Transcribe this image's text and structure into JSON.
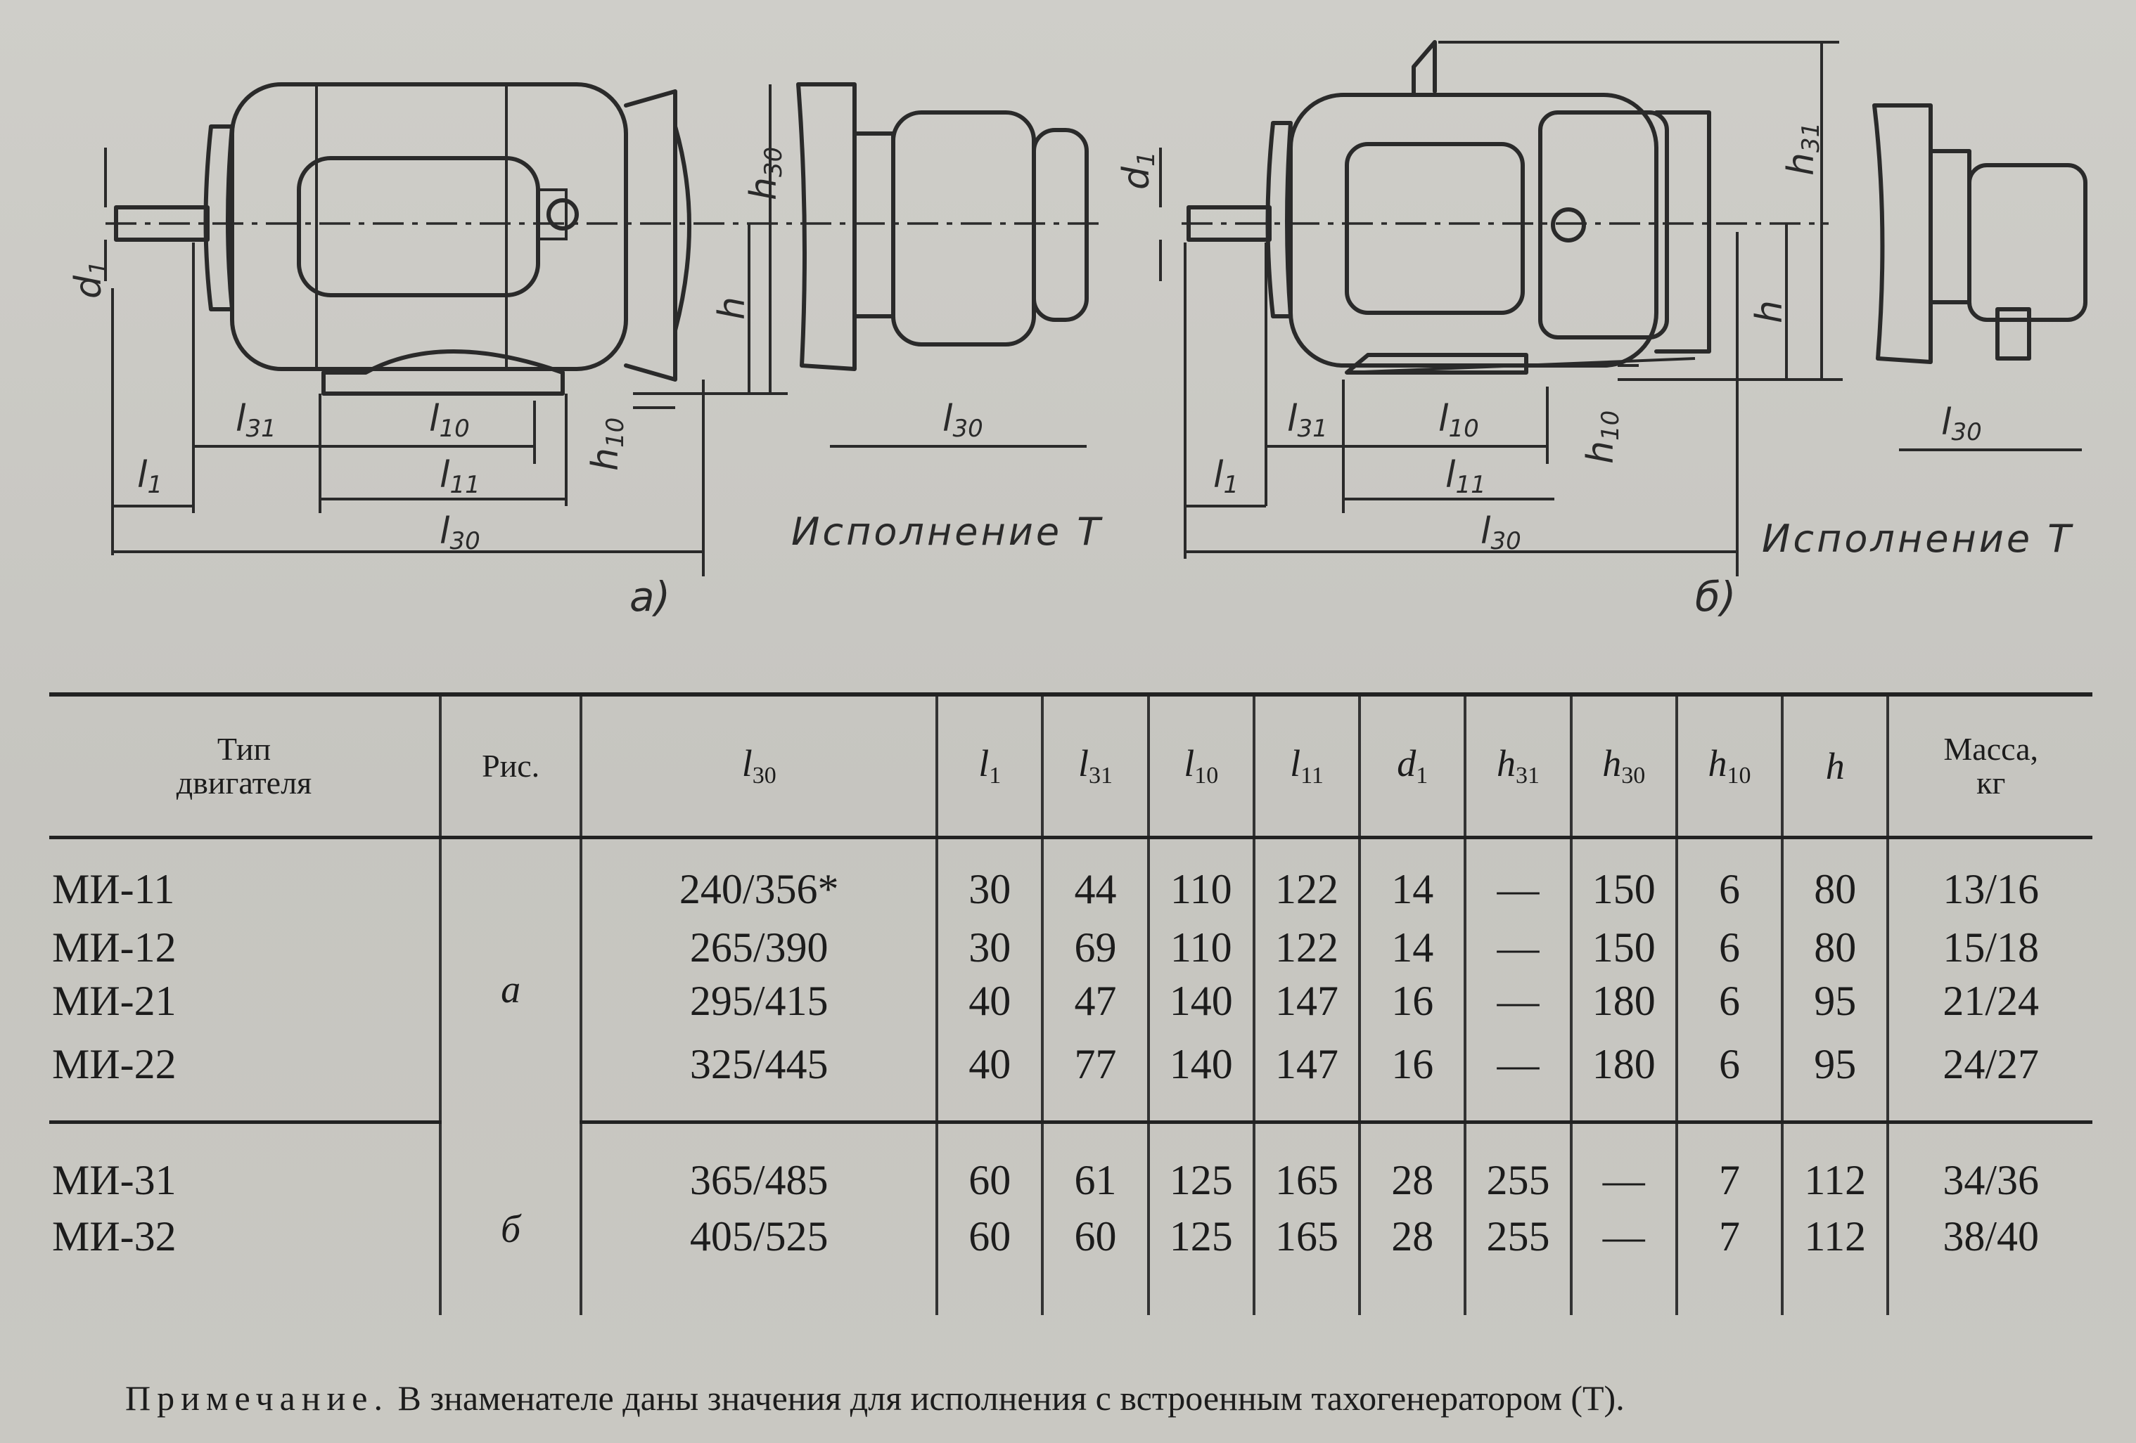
{
  "figures": {
    "left": {
      "letter": "а)",
      "variant_caption": "Исполнение Т",
      "dims": {
        "d1": "d",
        "d1_sub": "1",
        "h30": "h",
        "h30_sub": "30",
        "h": "h",
        "h10": "h",
        "h10_sub": "10",
        "l31": "l",
        "l31_sub": "31",
        "l10": "l",
        "l10_sub": "10",
        "l11": "l",
        "l11_sub": "11",
        "l1": "l",
        "l1_sub": "1",
        "l30": "l",
        "l30_sub": "30",
        "l30_t": "l",
        "l30_t_sub": "30"
      }
    },
    "right": {
      "letter": "б)",
      "variant_caption": "Исполнение Т",
      "dims": {
        "d1": "d",
        "d1_sub": "1",
        "h31": "h",
        "h31_sub": "31",
        "h": "h",
        "h10": "h",
        "h10_sub": "10",
        "l31": "l",
        "l31_sub": "31",
        "l10": "l",
        "l10_sub": "10",
        "l11": "l",
        "l11_sub": "11",
        "l1": "l",
        "l1_sub": "1",
        "l30": "l",
        "l30_sub": "30",
        "l30_t": "l",
        "l30_t_sub": "30"
      }
    }
  },
  "table": {
    "headers": {
      "type_line1": "Тип",
      "type_line2": "двигателя",
      "fig": "Рис.",
      "l30": "l",
      "l30_sub": "30",
      "l1": "l",
      "l1_sub": "1",
      "l31": "l",
      "l31_sub": "31",
      "l10": "l",
      "l10_sub": "10",
      "l11": "l",
      "l11_sub": "11",
      "d1": "d",
      "d1_sub": "1",
      "h31": "h",
      "h31_sub": "31",
      "h30": "h",
      "h30_sub": "30",
      "h10": "h",
      "h10_sub": "10",
      "h": "h",
      "mass_line1": "Масса,",
      "mass_line2": "кг"
    },
    "group_a_label": "а",
    "group_b_label": "б",
    "rows": [
      {
        "type": "МИ-11",
        "l30": "240/356*",
        "l1": "30",
        "l31": "44",
        "l10": "110",
        "l11": "122",
        "d1": "14",
        "h31": "—",
        "h30": "150",
        "h10": "6",
        "h": "80",
        "mass": "13/16"
      },
      {
        "type": "МИ-12",
        "l30": "265/390",
        "l1": "30",
        "l31": "69",
        "l10": "110",
        "l11": "122",
        "d1": "14",
        "h31": "—",
        "h30": "150",
        "h10": "6",
        "h": "80",
        "mass": "15/18"
      },
      {
        "type": "МИ-21",
        "l30": "295/415",
        "l1": "40",
        "l31": "47",
        "l10": "140",
        "l11": "147",
        "d1": "16",
        "h31": "—",
        "h30": "180",
        "h10": "6",
        "h": "95",
        "mass": "21/24"
      },
      {
        "type": "МИ-22",
        "l30": "325/445",
        "l1": "40",
        "l31": "77",
        "l10": "140",
        "l11": "147",
        "d1": "16",
        "h31": "—",
        "h30": "180",
        "h10": "6",
        "h": "95",
        "mass": "24/27"
      },
      {
        "type": "МИ-31",
        "l30": "365/485",
        "l1": "60",
        "l31": "61",
        "l10": "125",
        "l11": "165",
        "d1": "28",
        "h31": "255",
        "h30": "—",
        "h10": "7",
        "h": "112",
        "mass": "34/36"
      },
      {
        "type": "МИ-32",
        "l30": "405/525",
        "l1": "60",
        "l31": "60",
        "l10": "125",
        "l11": "165",
        "d1": "28",
        "h31": "255",
        "h30": "—",
        "h10": "7",
        "h": "112",
        "mass": "38/40"
      }
    ]
  },
  "note": {
    "lead": "Примечание.",
    "text": "В знаменателе даны значения для исполнения с встроенным тахогенератором (Т)."
  }
}
